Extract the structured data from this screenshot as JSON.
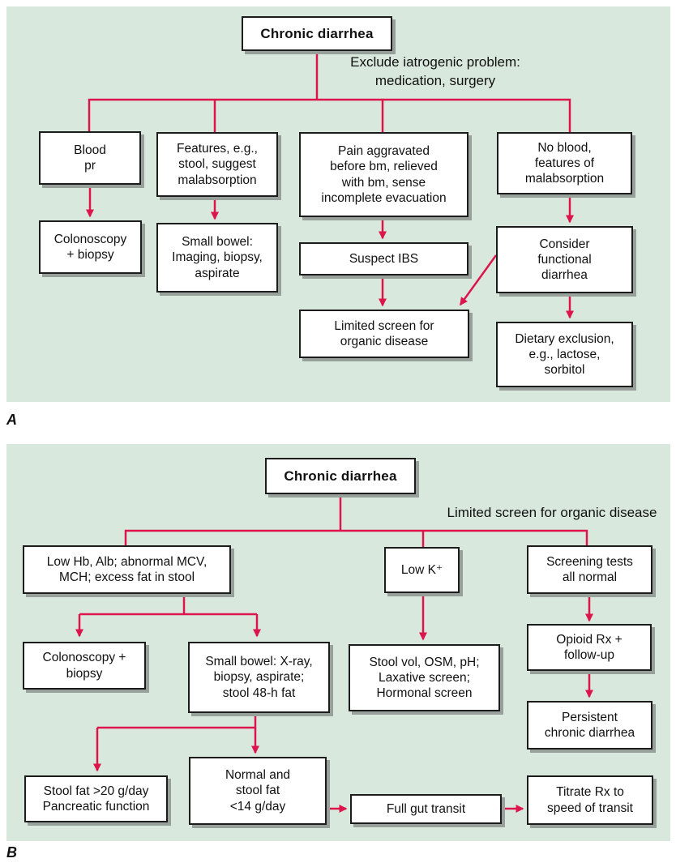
{
  "colors": {
    "accent": "#dc164d",
    "panel_bg": "#d8e8dc",
    "box_border": "#1c1c1c",
    "shadow": "#97a09b",
    "text": "#111111"
  },
  "figure": {
    "panel_a": {
      "label": "A",
      "root": "Chronic diarrhea",
      "annotation": "Exclude iatrogenic problem:\nmedication, surgery",
      "nodes": {
        "blood_pr": "Blood\npr",
        "features_malabsorption": "Features, e.g.,\nstool, suggest\nmalabsorption",
        "pain_ibs": "Pain aggravated\nbefore bm, relieved\nwith bm, sense\nincomplete evacuation",
        "no_blood": "No blood,\nfeatures of\nmalabsorption",
        "colonoscopy_biopsy": "Colonoscopy\n+ biopsy",
        "small_bowel": "Small bowel:\nImaging, biopsy,\naspirate",
        "suspect_ibs": "Suspect IBS",
        "consider_functional": "Consider\nfunctional\ndiarrhea",
        "limited_screen": "Limited screen for\norganic disease",
        "dietary_exclusion": "Dietary exclusion,\ne.g., lactose,\nsorbitol"
      }
    },
    "panel_b": {
      "label": "B",
      "root": "Chronic diarrhea",
      "annotation": "Limited screen for organic disease",
      "nodes": {
        "low_hb": "Low Hb, Alb; abnormal MCV,\nMCH; excess fat in stool",
        "low_k": "Low K⁺",
        "screening_normal": "Screening tests\nall normal",
        "colonoscopy_biopsy": "Colonoscopy +\nbiopsy",
        "small_bowel_xray": "Small bowel: X-ray,\nbiopsy, aspirate;\nstool 48-h fat",
        "stool_fat_high": "Stool fat >20 g/day\nPancreatic function",
        "normal_stool_fat": "Normal and\nstool fat\n<14 g/day",
        "full_gut_transit": "Full gut transit",
        "titrate_rx": "Titrate Rx to\nspeed of transit",
        "stool_vol": "Stool vol, OSM, pH;\nLaxative screen;\nHormonal screen",
        "opioid_rx": "Opioid Rx +\nfollow-up",
        "persistent_diarrhea": "Persistent\nchronic diarrhea"
      }
    }
  }
}
